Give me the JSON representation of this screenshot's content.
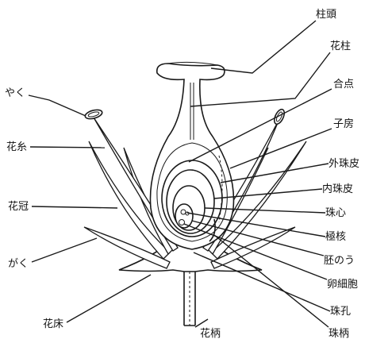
{
  "labels": {
    "stigma": "柱頭",
    "style": "花柱",
    "chalaza": "合点",
    "ovary": "子房",
    "outer_integument": "外珠皮",
    "inner_integument": "内珠皮",
    "nucellus": "珠心",
    "polar_nuclei": "極核",
    "embryo_sac": "胚のう",
    "egg_cell": "卵細胞",
    "micropyle": "珠孔",
    "funiculus": "珠柄",
    "anther": "やく",
    "filament": "花糸",
    "petal": "花冠",
    "sepal": "がく",
    "receptacle": "花床",
    "pedicel": "花柄"
  }
}
